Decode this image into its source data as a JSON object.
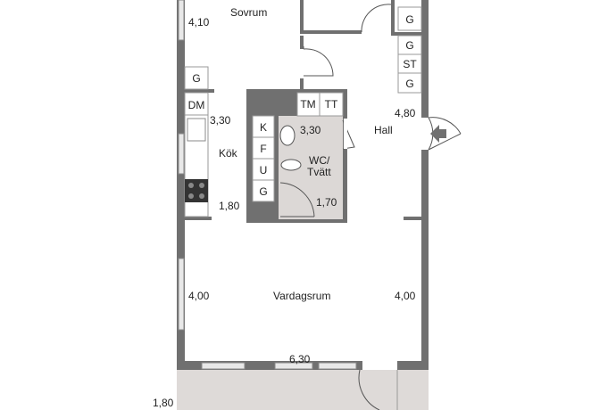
{
  "rooms": {
    "bedroom": {
      "label": "Sovrum",
      "dim": "4,10"
    },
    "kitchen": {
      "label": "Kök",
      "dim_a": "3,30",
      "dim_b": "1,80"
    },
    "bathroom": {
      "label_line1": "WC/",
      "label_line2": "Tvätt",
      "dim_a": "3,30",
      "dim_b": "1,70"
    },
    "hall": {
      "label": "Hall",
      "dim": "4,80"
    },
    "living": {
      "label": "Vardagsrum",
      "dim_left": "4,00",
      "dim_right": "4,00",
      "dim_bottom": "6,30"
    },
    "balcony": {
      "dim": "1,80"
    }
  },
  "fixtures": {
    "kitchen_top": "G",
    "dishwasher": "DM",
    "cabinets_left": [
      "K",
      "F",
      "U",
      "G"
    ],
    "laundry": [
      "TM",
      "TT"
    ],
    "hall_closets": [
      "G",
      "G",
      "ST",
      "G"
    ]
  },
  "colors": {
    "wall": "#707070",
    "wet_room": "#dcd8d6",
    "balcony": "#dedad8"
  }
}
